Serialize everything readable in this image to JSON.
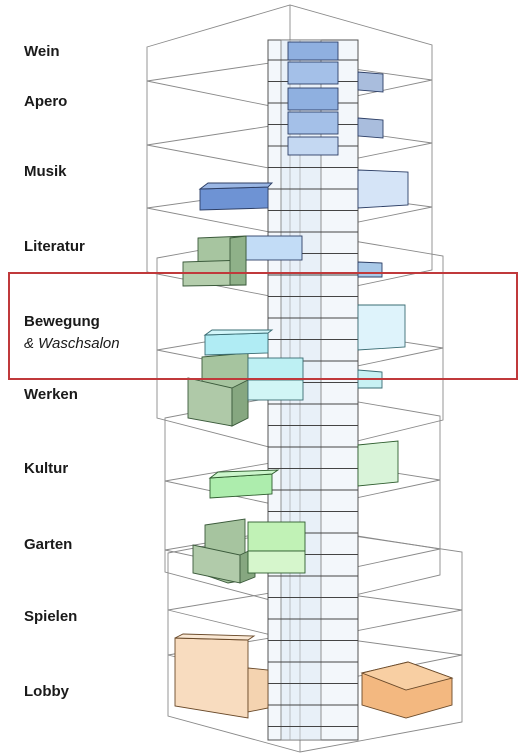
{
  "floors": [
    {
      "label": "Wein"
    },
    {
      "label": "Apero"
    },
    {
      "label": "Musik"
    },
    {
      "label": "Literatur"
    },
    {
      "label": "Bewegung",
      "sublabel": "& Waschsalon",
      "highlighted": true
    },
    {
      "label": "Werken"
    },
    {
      "label": "Kultur"
    },
    {
      "label": "Garten"
    },
    {
      "label": "Spielen"
    },
    {
      "label": "Lobby"
    }
  ],
  "colors": {
    "highlight": "#c0393b",
    "blue": "#7fa2d8",
    "light_blue": "#bcd9f4",
    "cyan": "#b6ecf2",
    "sage_green": "#a9c7a0",
    "light_green": "#b9f0b5",
    "peach": "#f6d6b2",
    "orange": "#f4b77c"
  }
}
